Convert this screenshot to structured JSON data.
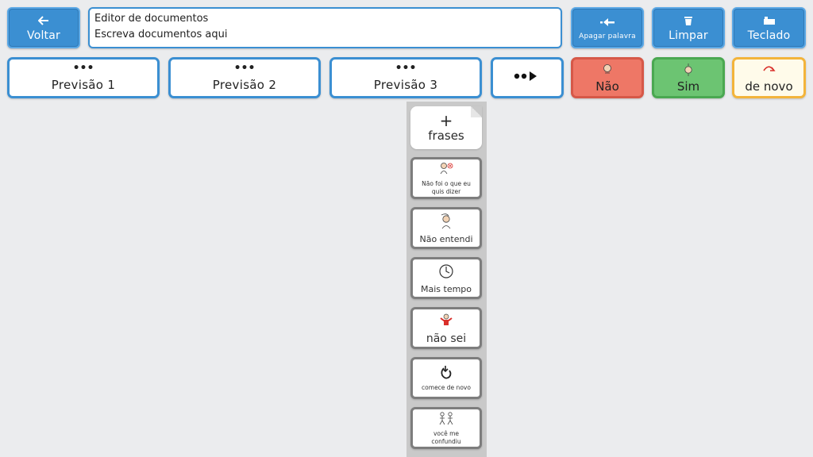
{
  "toolbar": {
    "back_label": "Voltar",
    "delete_word_label": "Apagar palavra",
    "clear_label": "Limpar",
    "keyboard_label": "Teclado"
  },
  "editor": {
    "line1": "Editor de documentos",
    "line2": "Escreva documentos aqui"
  },
  "predictions": {
    "p1": "Previsão 1",
    "p2": "Previsão 2",
    "p3": "Previsão 3",
    "dots": "•••"
  },
  "quick": {
    "no": "Não",
    "yes": "Sim",
    "again": "de novo"
  },
  "phrases": {
    "header_plus": "+",
    "header_label": "frases",
    "items": [
      {
        "label": "Não foi o que eu quis dizer",
        "icon": "person-cross-icon"
      },
      {
        "label": "Não entendi",
        "icon": "confused-person-icon"
      },
      {
        "label": "Mais tempo",
        "icon": "clock-icon"
      },
      {
        "label": "não sei",
        "icon": "shrug-person-icon"
      },
      {
        "label": "comece de novo",
        "icon": "restart-arrow-icon"
      },
      {
        "label": "você me confundiu",
        "icon": "two-people-icon"
      }
    ]
  },
  "colors": {
    "blue": "#3b8fd2",
    "no_bg": "#ee7766",
    "yes_bg": "#6cc472",
    "again_bg": "#fffbea",
    "again_border": "#f3b43b"
  }
}
